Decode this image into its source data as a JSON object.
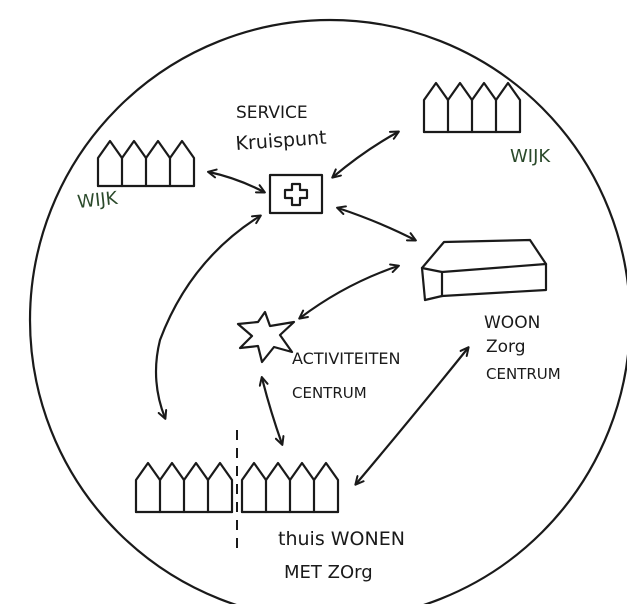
{
  "diagram": {
    "labels": {
      "service_line1": "SERVICE",
      "service_line2": "Kruispunt",
      "wijk_left": "WIJK",
      "wijk_right": "WIJK",
      "woon_line1": "WOON",
      "woon_line2": "Zorg",
      "woon_line3": "CENTRUM",
      "activiteiten_line1": "ACTIVITEITEN",
      "activiteiten_line2": "CENTRUM",
      "thuis_line1": "thuis WONEN",
      "thuis_line2": "MET ZOrg"
    },
    "colors": {
      "ink": "#1a1a1a",
      "wijk_label": "#2b4a2b",
      "background": "#ffffff"
    },
    "icons": [
      "house-row-icon",
      "cross-icon",
      "building-icon",
      "star-icon"
    ]
  }
}
